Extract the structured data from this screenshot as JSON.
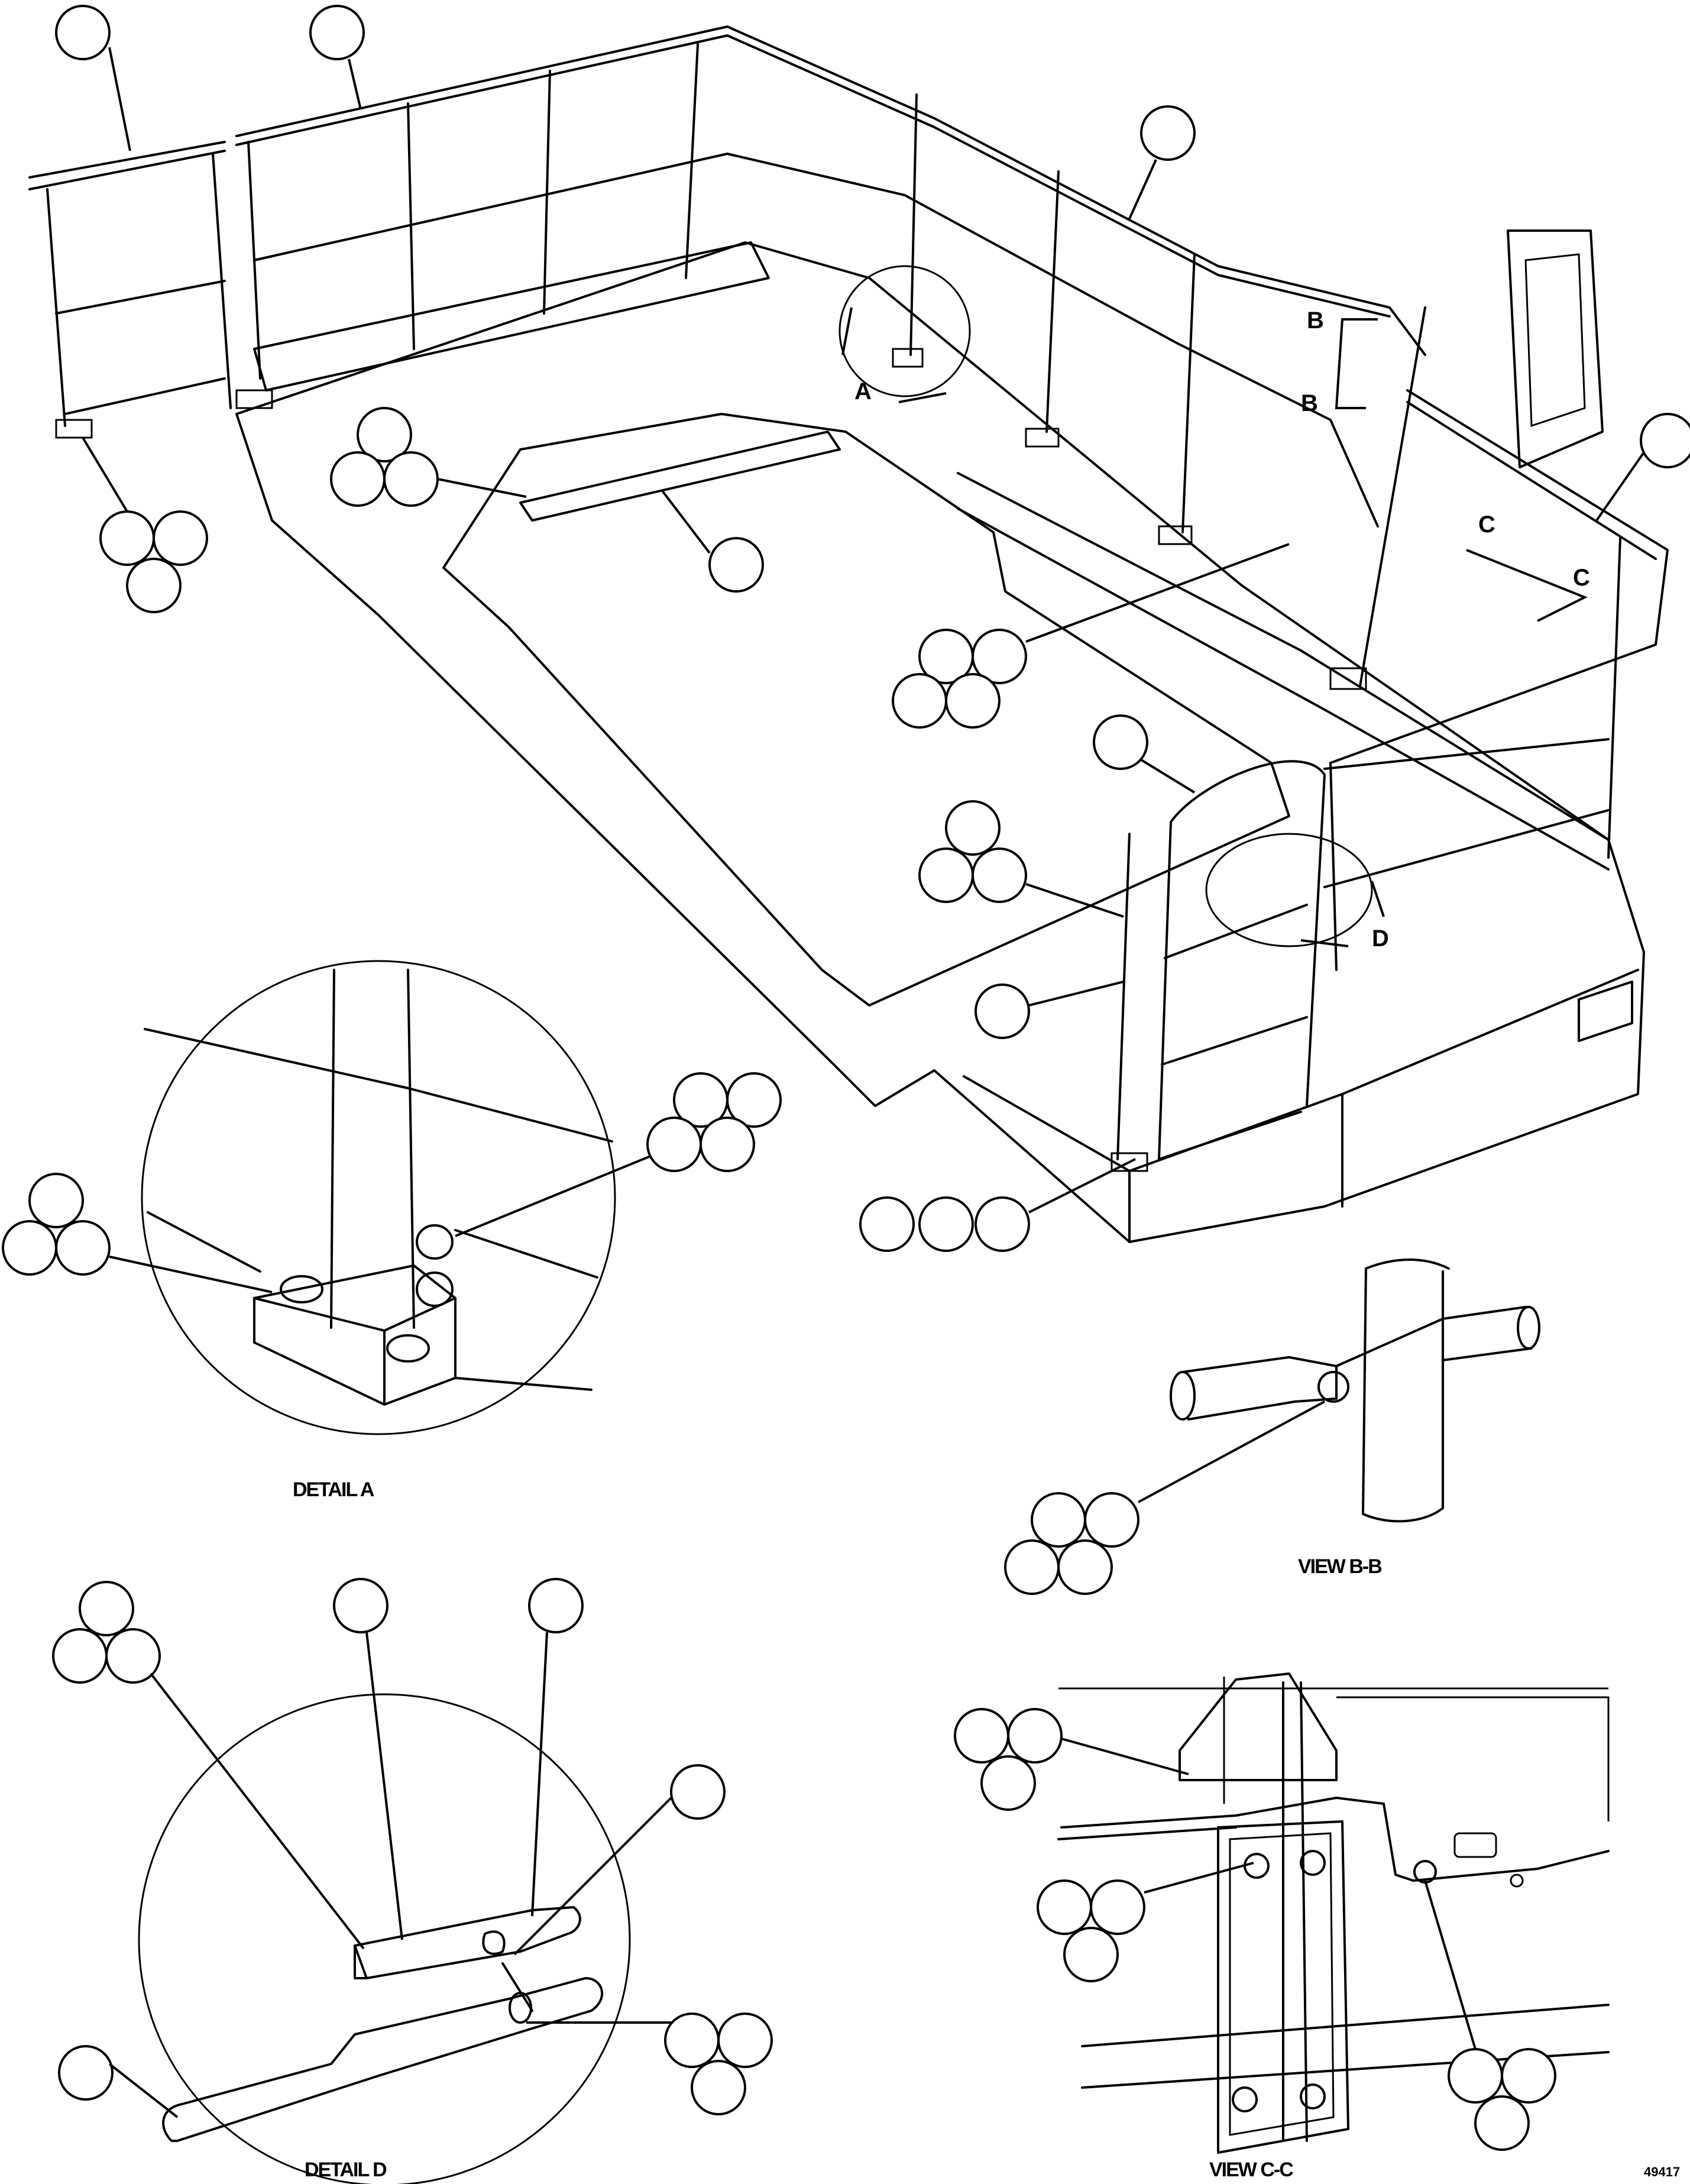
{
  "section_markers": [
    {
      "id": "marker-a",
      "label": "A"
    },
    {
      "id": "marker-b1",
      "label": "B"
    },
    {
      "id": "marker-b2",
      "label": "B"
    },
    {
      "id": "marker-c1",
      "label": "C"
    },
    {
      "id": "marker-c2",
      "label": "C"
    },
    {
      "id": "marker-d",
      "label": "D"
    }
  ],
  "captions": {
    "detail_a": "DETAIL A",
    "view_bb": "VIEW B-B",
    "detail_d": "DETAIL D",
    "view_cc": "VIEW C-C",
    "drawing_number": "49417"
  }
}
